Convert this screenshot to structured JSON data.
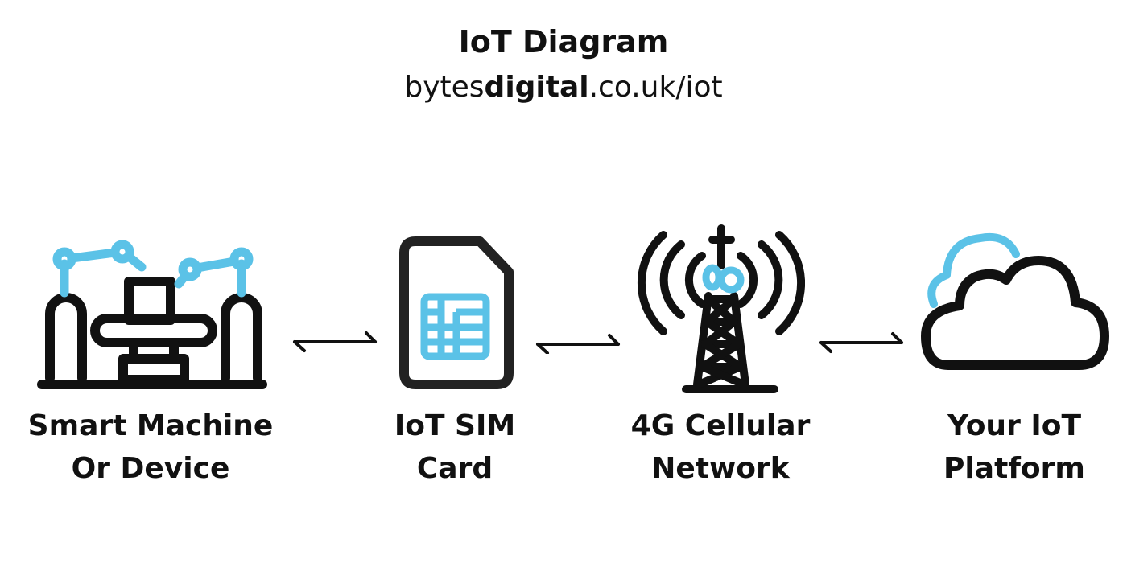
{
  "header": {
    "title": "IoT Diagram",
    "url_prefix": "bytes",
    "url_bold": "digital",
    "url_suffix": ".co.uk/iot"
  },
  "colors": {
    "accent": "#5bc2e7",
    "stroke": "#111111",
    "background": "#ffffff"
  },
  "nodes": [
    {
      "icon": "robotic-machine-icon",
      "line1": "Smart Machine",
      "line2": "Or Device"
    },
    {
      "icon": "sim-card-icon",
      "line1": "IoT SIM",
      "line2": "Card"
    },
    {
      "icon": "cell-tower-icon",
      "line1": "4G Cellular",
      "line2": "Network"
    },
    {
      "icon": "cloud-icon",
      "line1": "Your IoT",
      "line2": "Platform"
    }
  ],
  "connectors": [
    {
      "icon": "bidirectional-arrow-icon"
    },
    {
      "icon": "bidirectional-arrow-icon"
    },
    {
      "icon": "bidirectional-arrow-icon"
    }
  ]
}
